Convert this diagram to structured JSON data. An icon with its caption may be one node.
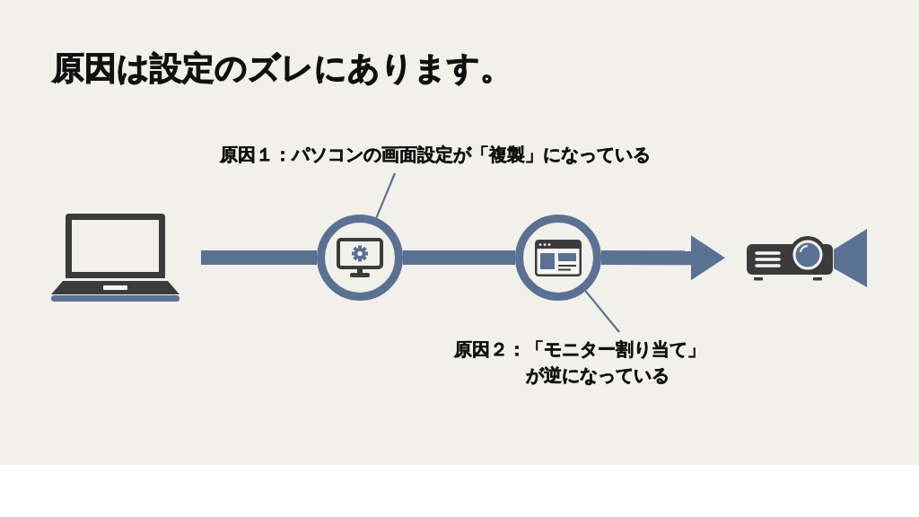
{
  "diagram": {
    "title": "原因は設定のズレにあります。",
    "nodes": [
      {
        "text": [
          "原因１：パソコンの画面設定が「複製」になっている"
        ]
      },
      {
        "text": [],
        "shape": "picture"
      },
      {
        "text": [],
        "shape": "circle"
      },
      {
        "text": [],
        "shape": "circle"
      },
      {
        "text": [],
        "shape": "picture"
      },
      {
        "text": [
          "原因２：「モニター割り当て」が逆になっている"
        ]
      }
    ],
    "edges": [
      {
        "from": 1,
        "to": 2,
        "arrow": "none"
      },
      {
        "from": 2,
        "to": 3,
        "arrow": "none"
      },
      {
        "from": 3,
        "to": 4,
        "arrow": "to"
      },
      {
        "from": 0,
        "to": 2,
        "arrow": "none"
      },
      {
        "from": 5,
        "to": 3,
        "arrow": "none"
      }
    ]
  }
}
